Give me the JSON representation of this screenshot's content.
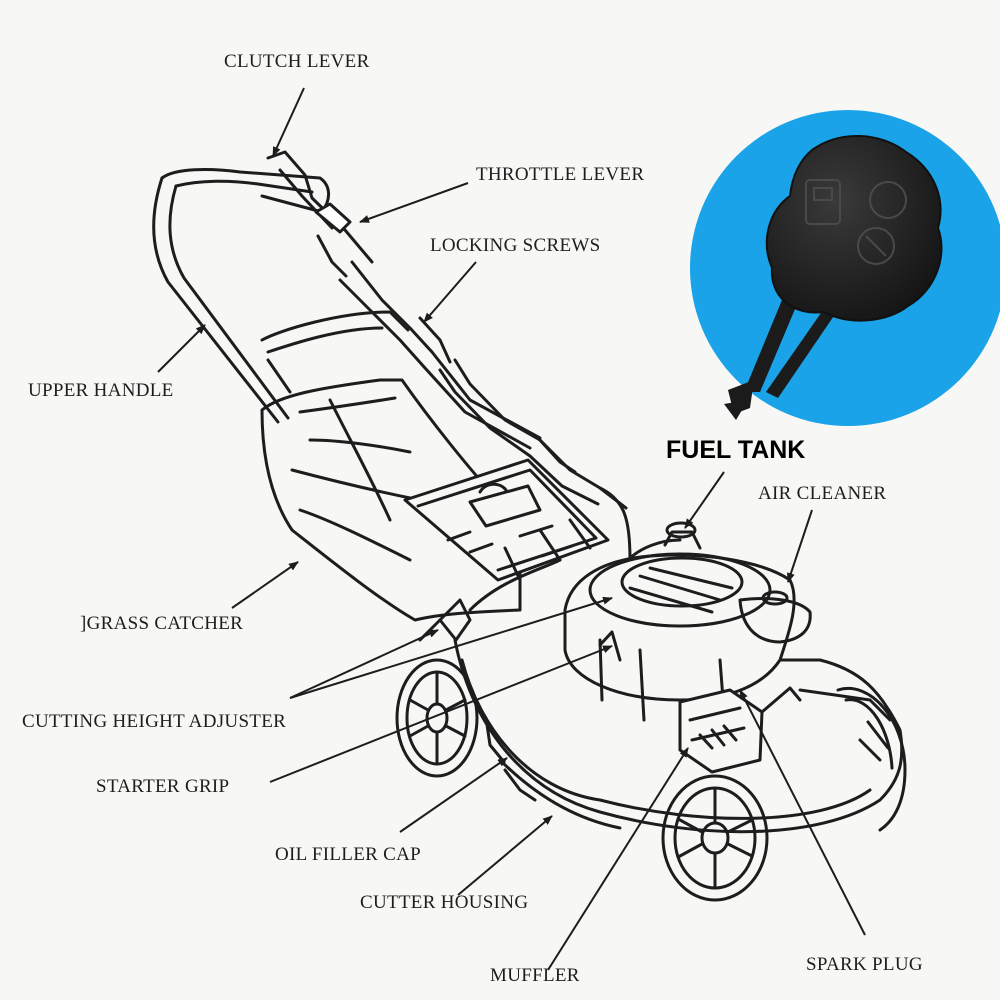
{
  "labels": {
    "clutch_lever": "CLUTCH LEVER",
    "throttle_lever": "THROTTLE LEVER",
    "locking_screws": "LOCKING SCREWS",
    "upper_handle": "UPPER HANDLE",
    "fuel_tank": "FUEL TANK",
    "air_cleaner": "AIR CLEANER",
    "grass_catcher": "]GRASS CATCHER",
    "cutting_height_adjuster": "CUTTING HEIGHT ADJUSTER",
    "starter_grip": "STARTER GRIP",
    "oil_filler_cap": "OIL FILLER CAP",
    "cutter_housing": "CUTTER HOUSING",
    "muffler": "MUFFLER",
    "spark_plug": "SPARK PLUG"
  },
  "colors": {
    "background": "#f7f7f5",
    "ink": "#1d1d1d",
    "inset_circle": "#1aa3e8",
    "cap": "#262626"
  },
  "icons": {
    "inset_product": "fuel-cap-icon"
  }
}
